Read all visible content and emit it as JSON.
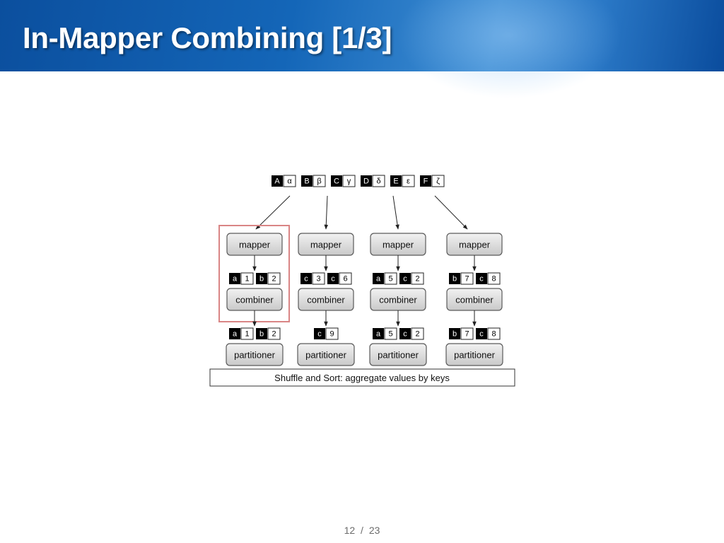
{
  "slide": {
    "title": "In-Mapper Combining [1/3]",
    "page_current": "12",
    "page_separator": "/",
    "page_total": "23"
  },
  "diagram": {
    "inputs": [
      {
        "key": "A",
        "value": "α"
      },
      {
        "key": "B",
        "value": "β"
      },
      {
        "key": "C",
        "value": "γ"
      },
      {
        "key": "D",
        "value": "δ"
      },
      {
        "key": "E",
        "value": "ε"
      },
      {
        "key": "F",
        "value": "ζ"
      }
    ],
    "mapper_label": "mapper",
    "combiner_label": "combiner",
    "partitioner_label": "partitioner",
    "columns": [
      {
        "mapper_output": [
          {
            "key": "a",
            "value": "1"
          },
          {
            "key": "b",
            "value": "2"
          }
        ],
        "combiner_output": [
          {
            "key": "a",
            "value": "1"
          },
          {
            "key": "b",
            "value": "2"
          }
        ],
        "highlighted": true
      },
      {
        "mapper_output": [
          {
            "key": "c",
            "value": "3"
          },
          {
            "key": "c",
            "value": "6"
          }
        ],
        "combiner_output": [
          {
            "key": "c",
            "value": "9"
          }
        ],
        "highlighted": false
      },
      {
        "mapper_output": [
          {
            "key": "a",
            "value": "5"
          },
          {
            "key": "c",
            "value": "2"
          }
        ],
        "combiner_output": [
          {
            "key": "a",
            "value": "5"
          },
          {
            "key": "c",
            "value": "2"
          }
        ],
        "highlighted": false
      },
      {
        "mapper_output": [
          {
            "key": "b",
            "value": "7"
          },
          {
            "key": "c",
            "value": "8"
          }
        ],
        "combiner_output": [
          {
            "key": "b",
            "value": "7"
          },
          {
            "key": "c",
            "value": "8"
          }
        ],
        "highlighted": false
      }
    ],
    "shuffle_label": "Shuffle and Sort: aggregate values by keys",
    "colors": {
      "key_fill": "#000000",
      "key_text": "#ffffff",
      "box_border": "#5a5a5a",
      "box_top": "#f2f2f2",
      "box_bottom": "#c9c9c9",
      "highlight": "#d98585"
    }
  }
}
